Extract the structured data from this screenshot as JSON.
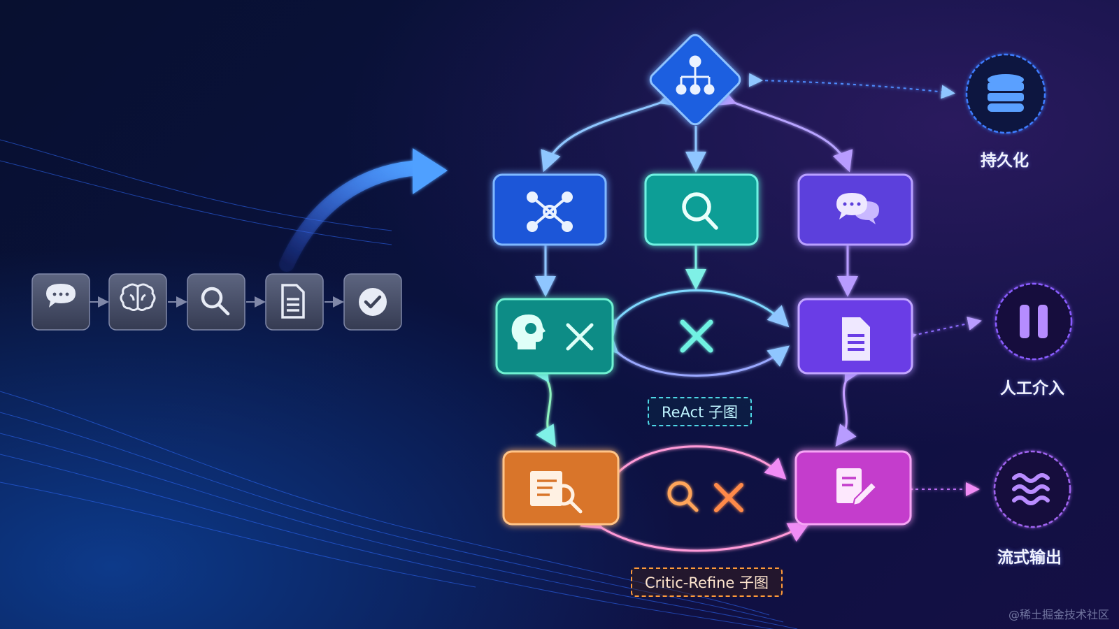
{
  "colors": {
    "blue": "#3d7bff",
    "teal": "#14d6c4",
    "purple": "#8a5cff",
    "orange": "#ff9a3a",
    "pink": "#e356e8",
    "chip_gray": "#5a6178"
  },
  "pipeline": {
    "steps": [
      {
        "icon": "chat-bubble-icon"
      },
      {
        "icon": "brain-icon"
      },
      {
        "icon": "search-icon"
      },
      {
        "icon": "document-icon"
      },
      {
        "icon": "checkmark-icon"
      }
    ]
  },
  "graph": {
    "root_icon": "hierarchy-icon",
    "top_row": [
      "network-icon",
      "search-icon",
      "chat-bubbles-icon"
    ],
    "middle_row": [
      "head-gear-tools-icon",
      "document-icon"
    ],
    "bottom_row": [
      "checklist-search-icon",
      "edit-document-icon"
    ]
  },
  "subgraphs": {
    "react": {
      "label": "ReAct 子图",
      "icon": "tools-icon"
    },
    "critic": {
      "label": "Critic-Refine 子图",
      "icons": [
        "search-icon",
        "tools-icon"
      ]
    }
  },
  "side_features": [
    {
      "label": "持久化",
      "icon": "database-icon"
    },
    {
      "label": "人工介入",
      "icon": "pause-icon"
    },
    {
      "label": "流式输出",
      "icon": "stream-waves-icon"
    }
  ],
  "watermark": "@稀土掘金技术社区"
}
